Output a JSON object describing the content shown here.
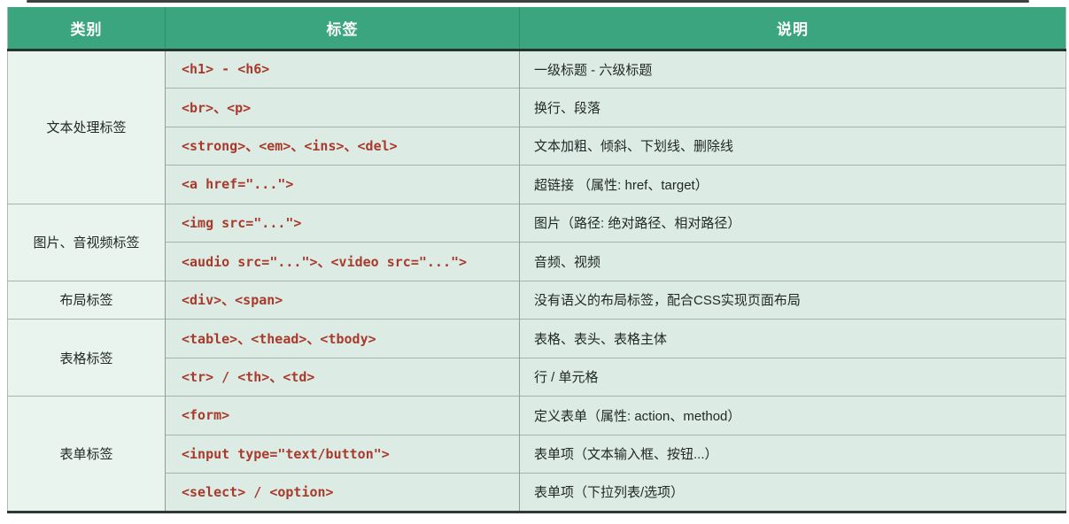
{
  "table": {
    "columns": [
      "类别",
      "标签",
      "说明"
    ],
    "groups": [
      {
        "category": "文本处理标签",
        "rows": [
          {
            "tag": "<h1> - <h6>",
            "desc": "一级标题 - 六级标题"
          },
          {
            "tag": "<br>、<p>",
            "desc": "换行、段落"
          },
          {
            "tag": "<strong>、<em>、<ins>、<del>",
            "desc": "文本加粗、倾斜、下划线、删除线"
          },
          {
            "tag": "<a href=\"...\">",
            "desc": "超链接 （属性: href、target）"
          }
        ]
      },
      {
        "category": "图片、音视频标签",
        "rows": [
          {
            "tag": "<img src=\"...\">",
            "desc": "图片（路径: 绝对路径、相对路径）"
          },
          {
            "tag": "<audio src=\"...\">、<video src=\"...\">",
            "desc": "音频、视频"
          }
        ]
      },
      {
        "category": "布局标签",
        "rows": [
          {
            "tag": "<div>、<span>",
            "desc": "没有语义的布局标签，配合CSS实现页面布局"
          }
        ]
      },
      {
        "category": "表格标签",
        "rows": [
          {
            "tag": "<table>、<thead>、<tbody>",
            "desc": "表格、表头、表格主体"
          },
          {
            "tag": "<tr> / <th>、<td>",
            "desc": "行 / 单元格"
          }
        ]
      },
      {
        "category": "表单标签",
        "rows": [
          {
            "tag": "<form>",
            "desc": "定义表单（属性: action、method）"
          },
          {
            "tag": "<input type=\"text/button\">",
            "desc": "表单项（文本输入框、按钮...）"
          },
          {
            "tag": "<select> / <option>",
            "desc": "表单项（下拉列表/选项）"
          }
        ]
      }
    ]
  },
  "colors": {
    "header_bg": "#3aa57e",
    "header_text": "#ffffff",
    "cell_bg": "#dcece5",
    "category_bg": "#eaf4ef",
    "tag_color": "#a93a2b",
    "text_color": "#222826",
    "row_line": "#a2b5ad",
    "col_line": "#8f9c97",
    "header_col_line": "#2e8e6a",
    "dark_line": "#26342e",
    "outer_line": "#adbbb4",
    "bottom_line": "#303936",
    "top_line": "#3c4240"
  }
}
